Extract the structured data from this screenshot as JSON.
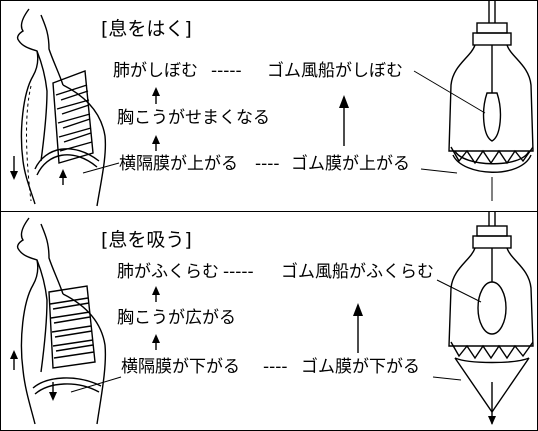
{
  "exhale": {
    "title": "[息をはく]",
    "lung_shrinks": "肺がしぼむ",
    "balloon_shrinks": "ゴム風船がしぼむ",
    "chest_narrows": "胸こうがせまくなる",
    "diaphragm_rises": "横隔膜が上がる",
    "rubber_rises": "ゴム膜が上がる",
    "dashes_top": "-----",
    "dashes_bottom": "----"
  },
  "inhale": {
    "title": "[息を吸う]",
    "lung_expands": "肺がふくらむ",
    "balloon_expands": "ゴム風船がふくらむ",
    "chest_widens": "胸こうが広がる",
    "diaphragm_lowers": "横隔膜が下がる",
    "rubber_lowers": "ゴム膜が下がる",
    "dashes_top": "-----",
    "dashes_bottom": "----"
  }
}
